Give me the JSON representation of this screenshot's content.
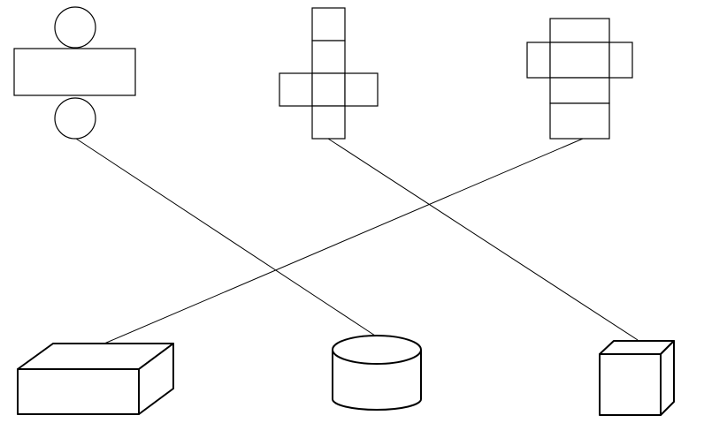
{
  "diagram": {
    "type": "net-to-solid matching",
    "stroke_color": "#000000",
    "background_color": "#ffffff",
    "nets": [
      {
        "id": "cylinder-net",
        "shape": "cylinder"
      },
      {
        "id": "cube-net",
        "shape": "cube"
      },
      {
        "id": "cuboid-net",
        "shape": "rectangular prism"
      }
    ],
    "solids": [
      {
        "id": "rectangular-prism",
        "shape": "rectangular prism"
      },
      {
        "id": "cylinder",
        "shape": "cylinder"
      },
      {
        "id": "cube",
        "shape": "cube"
      }
    ],
    "connections": [
      {
        "from": "cylinder-net",
        "to": "cylinder"
      },
      {
        "from": "cube-net",
        "to": "cube"
      },
      {
        "from": "cuboid-net",
        "to": "rectangular-prism"
      }
    ]
  }
}
